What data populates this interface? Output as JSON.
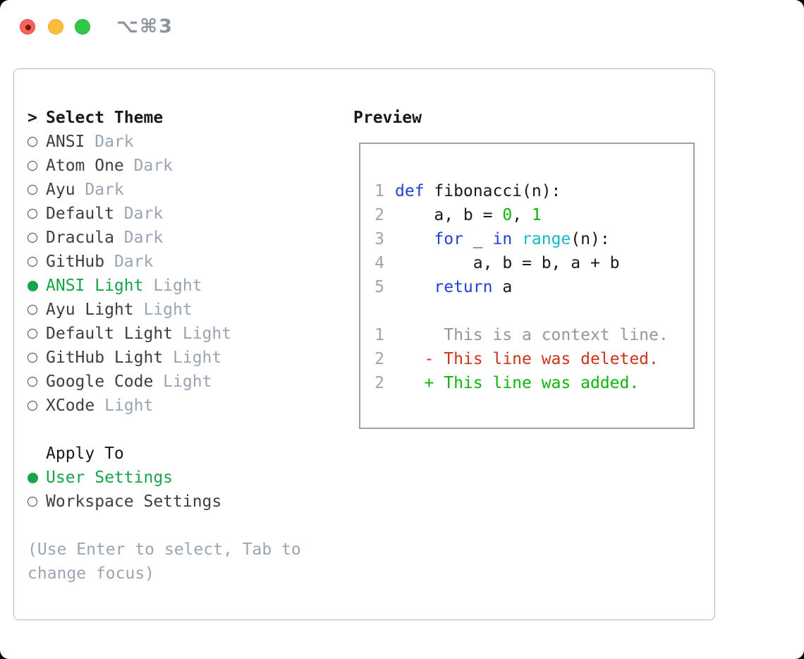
{
  "titlebar": {
    "shortcut": "⌥⌘3",
    "traffic_lights": [
      "close",
      "minimize",
      "zoom"
    ]
  },
  "theme_list": {
    "header": {
      "marker": ">",
      "label": "Select Theme"
    },
    "items": [
      {
        "name": "ANSI",
        "tag": "Dark",
        "selected": false
      },
      {
        "name": "Atom One",
        "tag": "Dark",
        "selected": false
      },
      {
        "name": "Ayu",
        "tag": "Dark",
        "selected": false
      },
      {
        "name": "Default",
        "tag": "Dark",
        "selected": false
      },
      {
        "name": "Dracula",
        "tag": "Dark",
        "selected": false
      },
      {
        "name": "GitHub",
        "tag": "Dark",
        "selected": false
      },
      {
        "name": "ANSI Light",
        "tag": "Light",
        "selected": true
      },
      {
        "name": "Ayu Light",
        "tag": "Light",
        "selected": false
      },
      {
        "name": "Default Light",
        "tag": "Light",
        "selected": false
      },
      {
        "name": "GitHub Light",
        "tag": "Light",
        "selected": false
      },
      {
        "name": "Google Code",
        "tag": "Light",
        "selected": false
      },
      {
        "name": "XCode",
        "tag": "Light",
        "selected": false
      }
    ]
  },
  "apply_to": {
    "header": "Apply To",
    "options": [
      {
        "name": "User Settings",
        "selected": true
      },
      {
        "name": "Workspace Settings",
        "selected": false
      }
    ]
  },
  "help_text": "(Use Enter to select, Tab to change focus)",
  "preview": {
    "label": "Preview",
    "code_lines": [
      {
        "num": "1",
        "segments": [
          {
            "t": "def",
            "c": "kw"
          },
          {
            "t": " fibonacci(n):",
            "c": "plain"
          }
        ]
      },
      {
        "num": "2",
        "segments": [
          {
            "t": "    a, b = ",
            "c": "plain"
          },
          {
            "t": "0",
            "c": "num"
          },
          {
            "t": ", ",
            "c": "plain"
          },
          {
            "t": "1",
            "c": "num"
          }
        ]
      },
      {
        "num": "3",
        "segments": [
          {
            "t": "    ",
            "c": "plain"
          },
          {
            "t": "for",
            "c": "kw"
          },
          {
            "t": " _ ",
            "c": "plain"
          },
          {
            "t": "in",
            "c": "kw"
          },
          {
            "t": " ",
            "c": "plain"
          },
          {
            "t": "range",
            "c": "fn"
          },
          {
            "t": "(n):",
            "c": "plain"
          }
        ]
      },
      {
        "num": "4",
        "segments": [
          {
            "t": "        a, b = b, a + b",
            "c": "plain"
          }
        ]
      },
      {
        "num": "5",
        "segments": [
          {
            "t": "    ",
            "c": "plain"
          },
          {
            "t": "return",
            "c": "kw"
          },
          {
            "t": " a",
            "c": "plain"
          }
        ]
      },
      {
        "num": "",
        "segments": []
      },
      {
        "num": "1",
        "segments": [
          {
            "t": "     This is a context line.",
            "c": "ctx"
          }
        ]
      },
      {
        "num": "2",
        "segments": [
          {
            "t": "   - This line was deleted.",
            "c": "del"
          }
        ]
      },
      {
        "num": "2",
        "segments": [
          {
            "t": "   + This line was added.",
            "c": "add"
          }
        ]
      }
    ]
  },
  "colors": {
    "selection_green": "#17a34a",
    "diff_added_green": "#0bb50b",
    "diff_deleted_red": "#cc3418",
    "keyword_blue": "#2140d8",
    "builtin_cyan": "#13b9c7",
    "muted_gray": "#9aa5b2",
    "text_ink": "#17191d"
  }
}
